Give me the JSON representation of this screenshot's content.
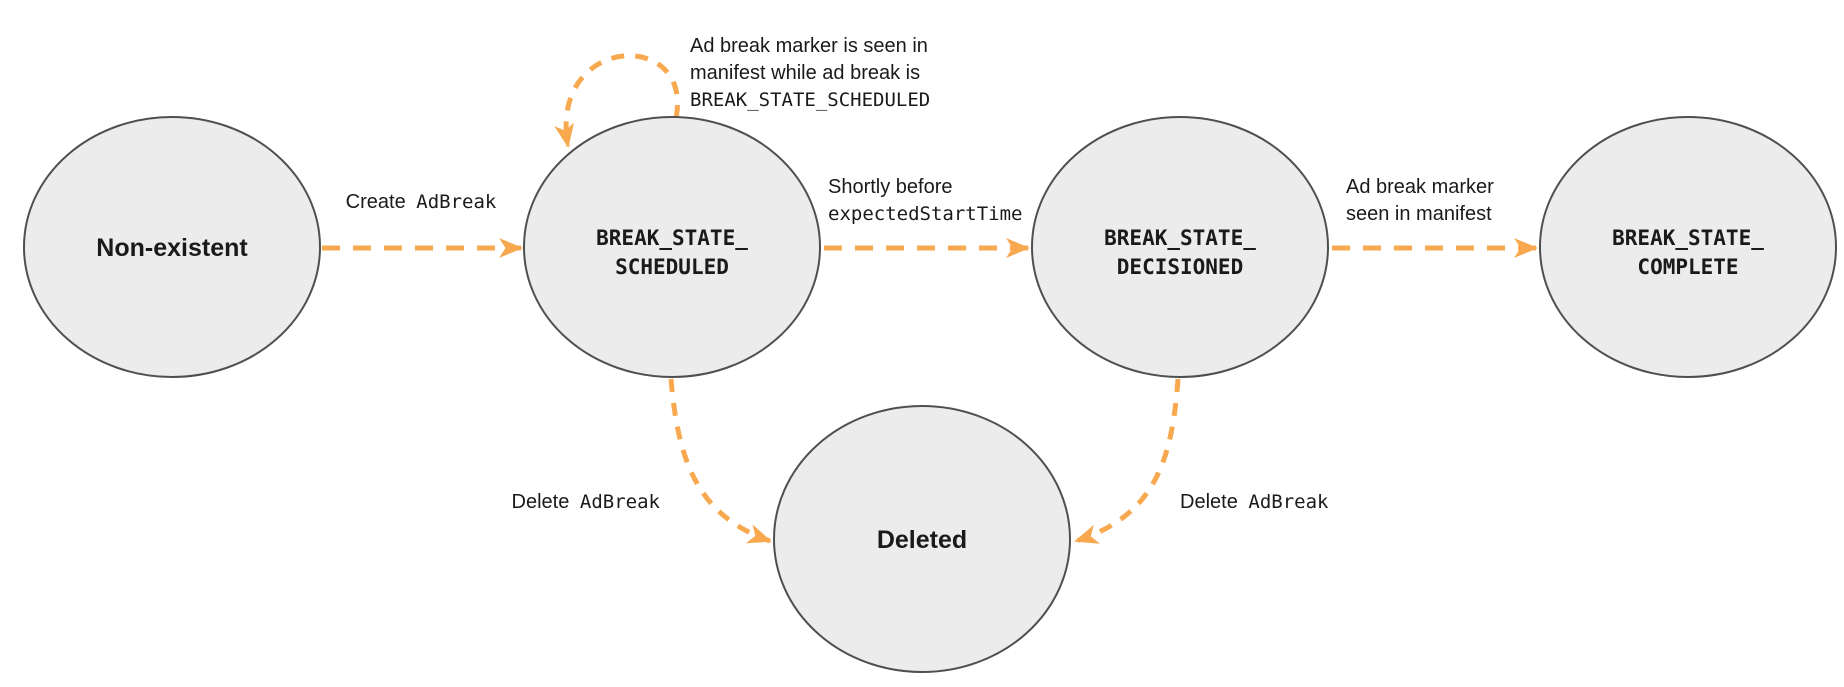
{
  "colors": {
    "arrow": "#F8A94F",
    "node_fill": "#ECECEC",
    "node_stroke": "#4F4F4F",
    "text": "#1A1A1A"
  },
  "states": {
    "non_existent": {
      "label": "Non-existent"
    },
    "scheduled": {
      "line1": "BREAK_STATE_",
      "line2": "SCHEDULED"
    },
    "decisioned": {
      "line1": "BREAK_STATE_",
      "line2": "DECISIONED"
    },
    "complete": {
      "line1": "BREAK_STATE_",
      "line2": "COMPLETE"
    },
    "deleted": {
      "label": "Deleted"
    }
  },
  "transitions": {
    "create": {
      "text": "Create",
      "code": "AdBreak"
    },
    "self_loop": {
      "line1": "Ad break marker is seen in",
      "line2": "manifest while ad break is",
      "code_line": "BREAK_STATE_SCHEDULED"
    },
    "to_decisioned": {
      "line1": "Shortly before",
      "code_line": "expectedStartTime"
    },
    "to_complete": {
      "line1": "Ad break marker",
      "line2": "seen in manifest"
    },
    "delete_from_scheduled": {
      "text": "Delete",
      "code": "AdBreak"
    },
    "delete_from_decisioned": {
      "text": "Delete",
      "code": "AdBreak"
    }
  }
}
